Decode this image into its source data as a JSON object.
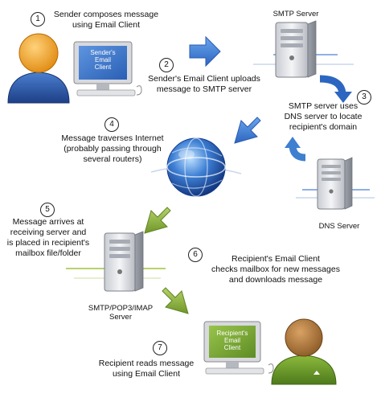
{
  "steps": [
    {
      "num": "1",
      "lines": [
        "Sender composes message",
        "using Email Client"
      ]
    },
    {
      "num": "2",
      "lines": [
        "Sender's Email Client uploads",
        "message to SMTP server"
      ]
    },
    {
      "num": "3",
      "lines": [
        "SMTP server uses",
        "DNS server to locate",
        "recipient's domain"
      ]
    },
    {
      "num": "4",
      "lines": [
        "Message traverses Internet",
        "(probably passing through",
        "several routers)"
      ]
    },
    {
      "num": "5",
      "lines": [
        "Message arrives at",
        "receiving server and",
        "is placed in recipient's",
        "mailbox file/folder"
      ]
    },
    {
      "num": "6",
      "lines": [
        "Recipient's Email Client",
        "checks mailbox for new messages",
        "and downloads message"
      ]
    },
    {
      "num": "7",
      "lines": [
        "Recipient reads message",
        "using Email Client"
      ]
    }
  ],
  "labels": {
    "smtp_server": "SMTP Server",
    "dns_server": "DNS Server",
    "receiving_server": [
      "SMTP/POP3/IMAP",
      "Server"
    ]
  },
  "screens": {
    "sender": [
      "Sender's",
      "Email",
      "Client"
    ],
    "recipient": [
      "Recipient's",
      "Email",
      "Client"
    ]
  },
  "colors": {
    "sender_head": "#f0a020",
    "sender_body": "#2a55a8",
    "recipient_head": "#b0773a",
    "recipient_body": "#6a9a2a",
    "blue_arrow": "#3f7fd0",
    "green_arrow": "#8fb43a",
    "sender_screen": "#3a73c8",
    "recipient_screen": "#7aa43a"
  }
}
